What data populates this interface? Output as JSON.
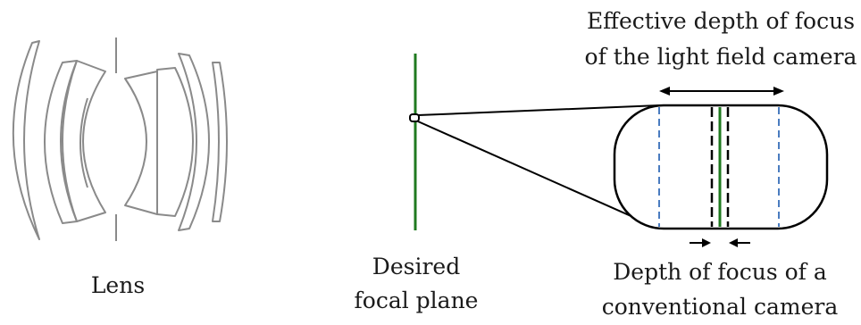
{
  "labels": {
    "lens": "Lens",
    "focal_plane_line1": "Desired",
    "focal_plane_line2": "focal plane",
    "lf_dof_line1": "Effective depth of focus",
    "lf_dof_line2": "of the light field camera",
    "conv_dof_line1": "Depth of focus of a",
    "conv_dof_line2": "conventional camera"
  },
  "colors": {
    "lens_stroke": "#8a8a8a",
    "focal_plane": "#1f7a1f",
    "light_field_dof": "#4a7cc0",
    "conventional_dof": "#000000",
    "outline": "#000000"
  }
}
